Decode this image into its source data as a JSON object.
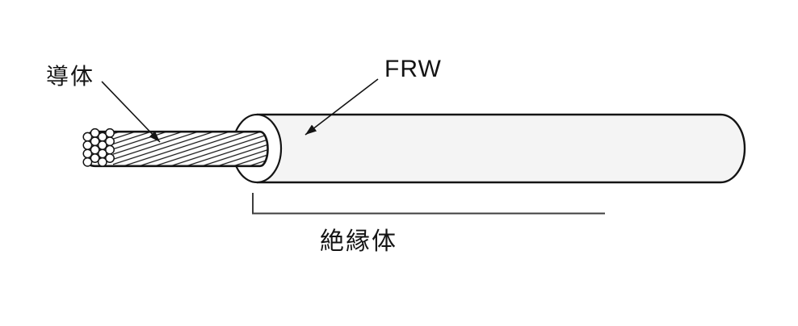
{
  "diagram": {
    "kind": "wire-construction-diagram",
    "labels": {
      "conductor": "導体",
      "insulation_type": "FRW",
      "insulator": "絶縁体"
    },
    "colors": {
      "background": "#ffffff",
      "line": "#141414",
      "insulation_fill": "#f4f4f4",
      "conductor_fill": "#ffffff",
      "bracket": "#3e3e3e"
    }
  }
}
